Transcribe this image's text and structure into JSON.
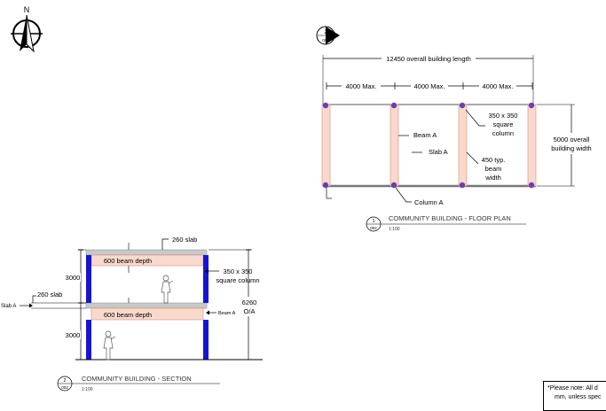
{
  "north_arrow": {
    "label": "N"
  },
  "floor_plan": {
    "callout_number": "2",
    "callout_sheet": "002",
    "overall_length": "12450 overall building length",
    "spans": [
      "4000 Max.",
      "4000 Max.",
      "4000 Max."
    ],
    "overall_width": [
      "5000 overall",
      "building width"
    ],
    "column_size": [
      "350 x 350",
      "square",
      "column"
    ],
    "beam_width": [
      "450 typ.",
      "beam",
      "width"
    ],
    "beam_label": "Beam A",
    "slab_label": "Slab A",
    "column_label": "Column A",
    "title": "COMMUNITY BUILDING - FLOOR PLAN",
    "title_number": "1",
    "title_sheet": "002",
    "scale": "1:100"
  },
  "section": {
    "top_slab": "260 slab",
    "mid_slab": "260 slab",
    "slab_ref": "Slab A",
    "beam_depth_top": "600 beam depth",
    "beam_depth_bottom": "600 beam depth",
    "column_size": [
      "350 x 350",
      "square column"
    ],
    "beam_ref": "Beam A",
    "floor_height_upper": "3000",
    "floor_height_lower": "3000",
    "overall_height": [
      "6260",
      "O/A"
    ],
    "title": "COMMUNITY BUILDING - SECTION",
    "title_number": "2",
    "title_sheet": "002",
    "scale": "1:100"
  },
  "note": [
    "*Please note: All d",
    "mm, unless spec"
  ],
  "colors": {
    "beam_fill": "#f9d9cc",
    "beam_stroke": "#d88a78",
    "column_purple": "#6a3fb5",
    "column_blue": "#1515d6",
    "slab_gray": "#c8c8c8"
  }
}
